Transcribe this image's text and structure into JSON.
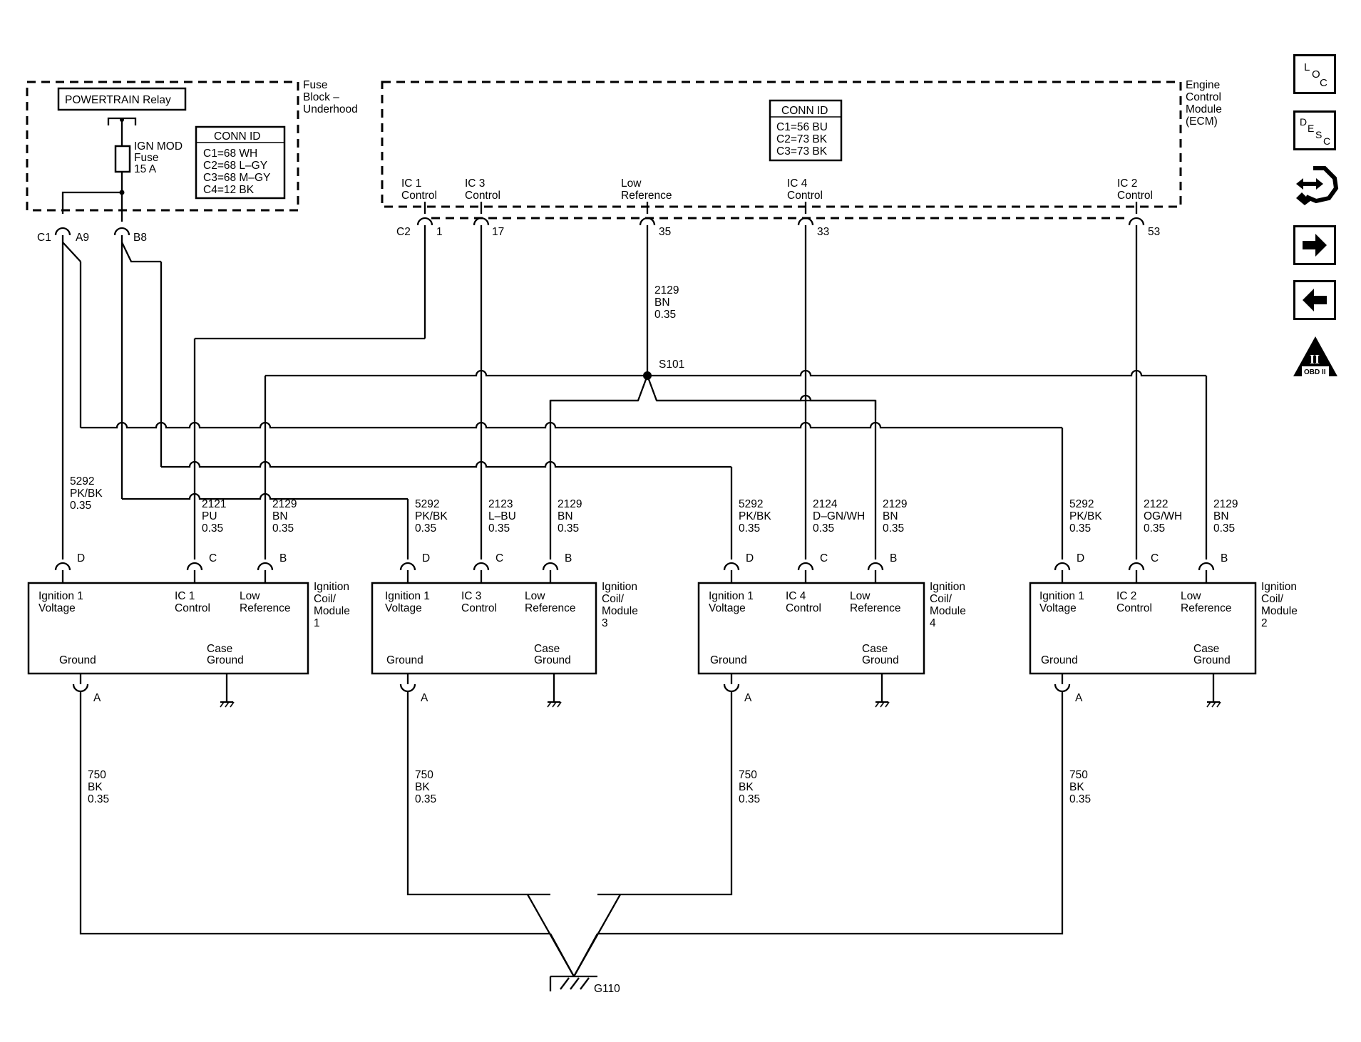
{
  "fuse_block": {
    "label": [
      "Fuse",
      "Block –",
      "Underhood"
    ],
    "relay": "POWERTRAIN Relay",
    "fuse": [
      "IGN MOD",
      "Fuse",
      "15 A"
    ],
    "conn_id_title": "CONN ID",
    "conn_ids": [
      "C1=68 WH",
      "C2=68 L–GY",
      "C3=68 M–GY",
      "C4=12 BK"
    ],
    "connector": "C1",
    "pins": [
      "A9",
      "B8"
    ]
  },
  "ecm": {
    "label": [
      "Engine",
      "Control",
      "Module",
      "(ECM)"
    ],
    "conn_id_title": "CONN ID",
    "conn_ids": [
      "C1=56 BU",
      "C2=73 BK",
      "C3=73 BK"
    ],
    "connector": "C2",
    "terminals": [
      {
        "name": [
          "IC 1",
          "Control"
        ],
        "pin": "1"
      },
      {
        "name": [
          "IC 3",
          "Control"
        ],
        "pin": "17"
      },
      {
        "name": [
          "Low",
          "Reference"
        ],
        "pin": "35"
      },
      {
        "name": [
          "IC 4",
          "Control"
        ],
        "pin": "33"
      },
      {
        "name": [
          "IC 2",
          "Control"
        ],
        "pin": "53"
      }
    ]
  },
  "splice": {
    "id": "S101",
    "wire": [
      "2129",
      "BN",
      "0.35"
    ]
  },
  "coils": [
    {
      "label": [
        "Ignition",
        "Coil/",
        "Module",
        "1"
      ],
      "wires": [
        [
          "5292",
          "PK/BK",
          "0.35"
        ],
        [
          "2121",
          "PU",
          "0.35"
        ],
        [
          "2129",
          "BN",
          "0.35"
        ]
      ],
      "ground_wire": [
        "750",
        "BK",
        "0.35"
      ]
    },
    {
      "label": [
        "Ignition",
        "Coil/",
        "Module",
        "3"
      ],
      "wires": [
        [
          "5292",
          "PK/BK",
          "0.35"
        ],
        [
          "2123",
          "L–BU",
          "0.35"
        ],
        [
          "2129",
          "BN",
          "0.35"
        ]
      ],
      "ground_wire": [
        "750",
        "BK",
        "0.35"
      ]
    },
    {
      "label": [
        "Ignition",
        "Coil/",
        "Module",
        "4"
      ],
      "wires": [
        [
          "5292",
          "PK/BK",
          "0.35"
        ],
        [
          "2124",
          "D–GN/WH",
          "0.35"
        ],
        [
          "2129",
          "BN",
          "0.35"
        ]
      ],
      "ground_wire": [
        "750",
        "BK",
        "0.35"
      ]
    },
    {
      "label": [
        "Ignition",
        "Coil/",
        "Module",
        "2"
      ],
      "wires": [
        [
          "5292",
          "PK/BK",
          "0.35"
        ],
        [
          "2122",
          "OG/WH",
          "0.35"
        ],
        [
          "2129",
          "BN",
          "0.35"
        ]
      ],
      "ground_wire": [
        "750",
        "BK",
        "0.35"
      ]
    }
  ],
  "coil_terminals": {
    "pins": [
      "D",
      "C",
      "B",
      "A"
    ],
    "voltage": [
      "Ignition 1",
      "Voltage"
    ],
    "ic_names": [
      [
        "IC 1",
        "Control"
      ],
      [
        "IC 3",
        "Control"
      ],
      [
        "IC 4",
        "Control"
      ],
      [
        "IC 2",
        "Control"
      ]
    ],
    "low_ref": [
      "Low",
      "Reference"
    ],
    "ground": "Ground",
    "case_ground": [
      "Case",
      "Ground"
    ]
  },
  "ground": {
    "id": "G110"
  },
  "side_buttons": [
    {
      "name": "loc-button",
      "letters": [
        "L",
        "O",
        "C"
      ]
    },
    {
      "name": "desc-button",
      "letters": [
        "D",
        "E",
        "S",
        "C"
      ]
    },
    {
      "name": "connector-end-view-icon"
    },
    {
      "name": "next-arrow-button"
    },
    {
      "name": "previous-arrow-button"
    },
    {
      "name": "obd-ii-icon",
      "text": "OBD II",
      "numeral": "II"
    }
  ]
}
